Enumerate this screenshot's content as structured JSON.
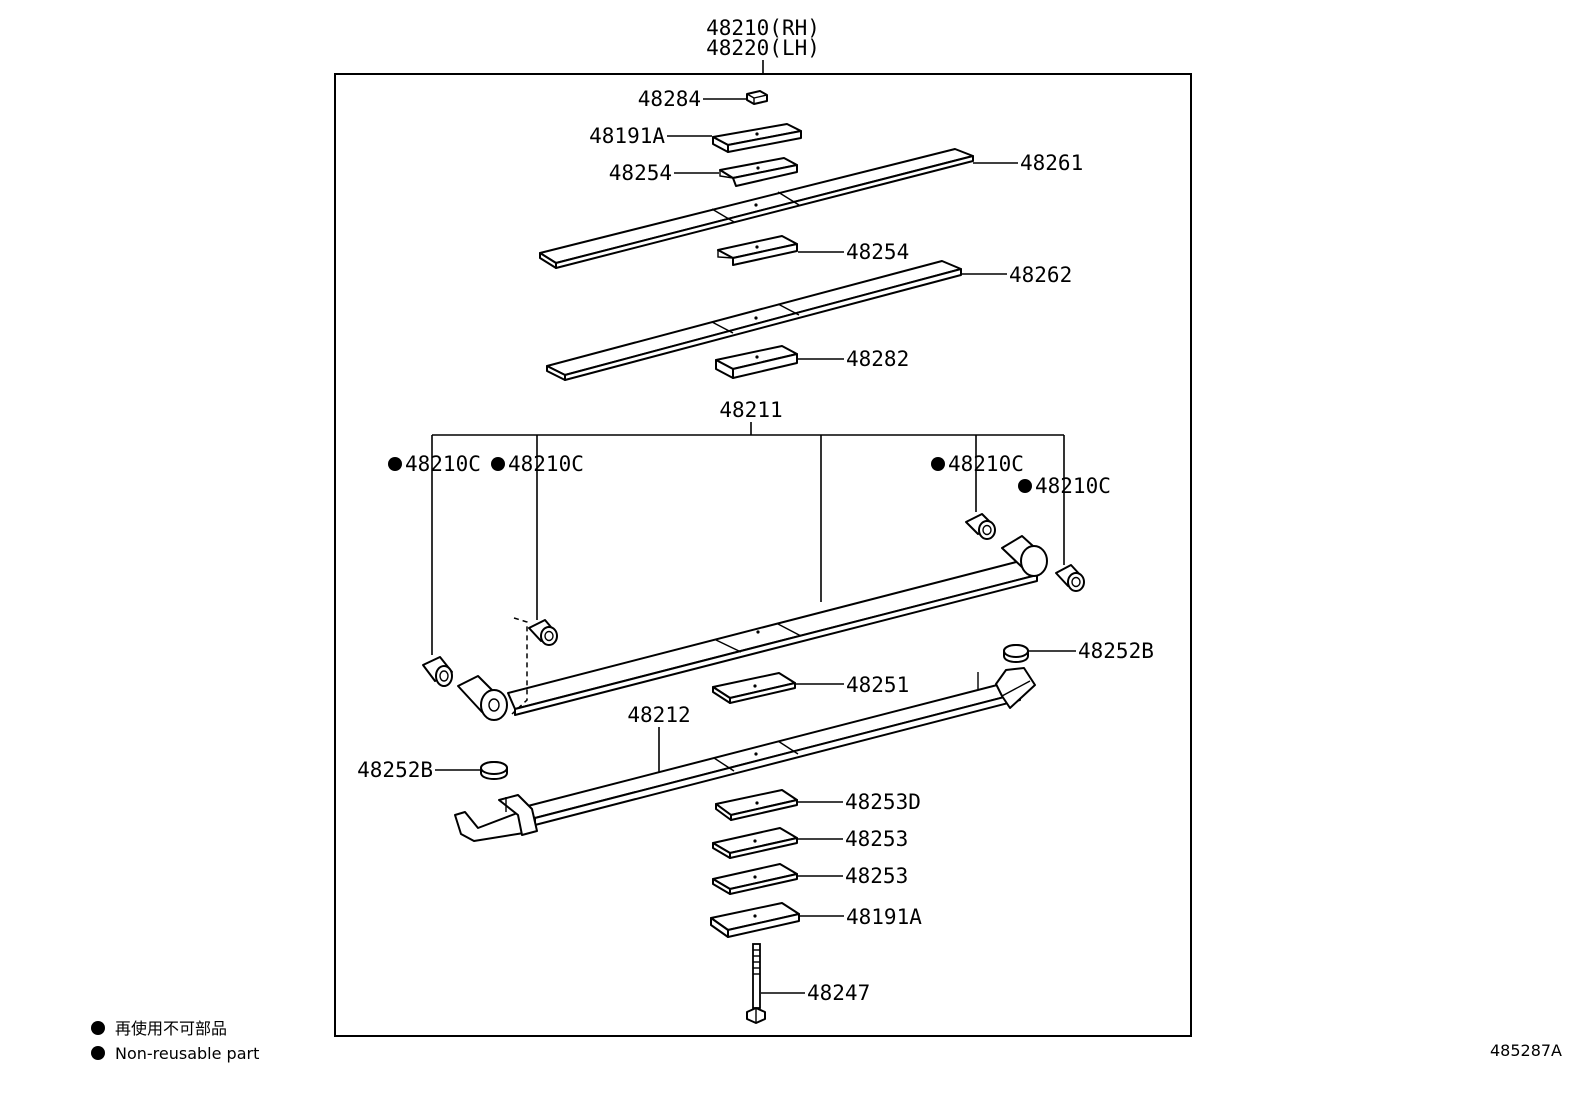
{
  "assembly": {
    "rh": "48210(RH)",
    "lh": "48220(LH)"
  },
  "labels": {
    "nut": "48284",
    "pad_top": "48191A",
    "clip_top": "48254",
    "leaf_1": "48261",
    "clip_mid": "48254",
    "leaf_2": "48262",
    "spacer": "48282",
    "main_leaf": "48211",
    "bush_front_outer": "48210C",
    "bush_front_inner": "48210C",
    "bush_rear_inner": "48210C",
    "bush_rear_outer": "48210C",
    "leaf_3_spacer": "48251",
    "bumper_rear": "48252B",
    "helper_leaf": "48212",
    "bumper_front": "48252B",
    "seat_d": "48253D",
    "seat_1": "48253",
    "seat_2": "48253",
    "pad_bottom": "48191A",
    "center_bolt": "48247"
  },
  "legend": {
    "jp": "再使用不可部品",
    "en": "Non-reusable part"
  },
  "figure_id": "485287A"
}
